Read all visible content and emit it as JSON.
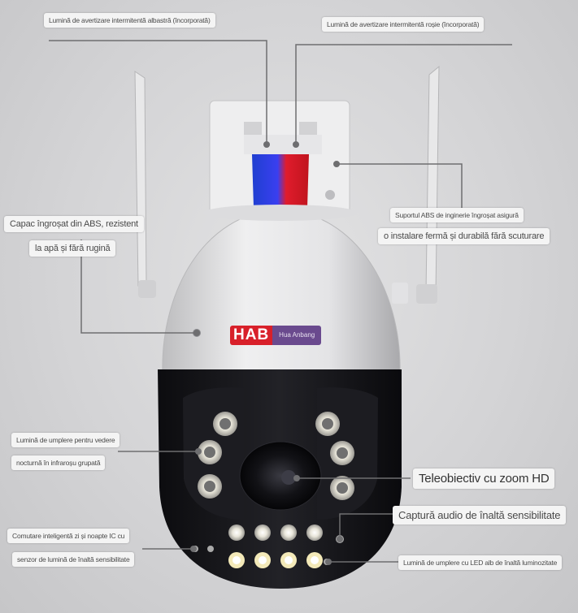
{
  "callouts": {
    "blue_light": "Lumină de avertizare intermitentă albastră (încorporată)",
    "red_light": "Lumină de avertizare intermitentă roșie (încorporată)",
    "cover_line1": "Capac îngroșat din ABS, rezistent",
    "cover_line2": "la apă și fără rugină",
    "bracket_line1": "Suportul ABS de inginerie îngroșat asigură",
    "bracket_line2": "o instalare fermă și durabilă fără scuturare",
    "ir_line1": "Lumină de umplere pentru vedere",
    "ir_line2": "nocturnă în infraroșu grupată",
    "zoom": "Teleobiectiv cu zoom HD",
    "audio": "Captură audio de înaltă sensibilitate",
    "switch_line1": "Comutare inteligentă zi și noapte IC cu",
    "switch_line2": "senzor de lumină de înaltă sensibilitate",
    "led": "Lumină de umplere cu LED alb de înaltă luminozitate"
  },
  "logo": {
    "main": "HAB",
    "sub": "Hua Anbang"
  },
  "colors": {
    "brand_red": "#d8202a",
    "brand_purple": "#6a4a8e",
    "warn_blue": "#1f3fd0",
    "warn_red": "#e01c2c"
  }
}
